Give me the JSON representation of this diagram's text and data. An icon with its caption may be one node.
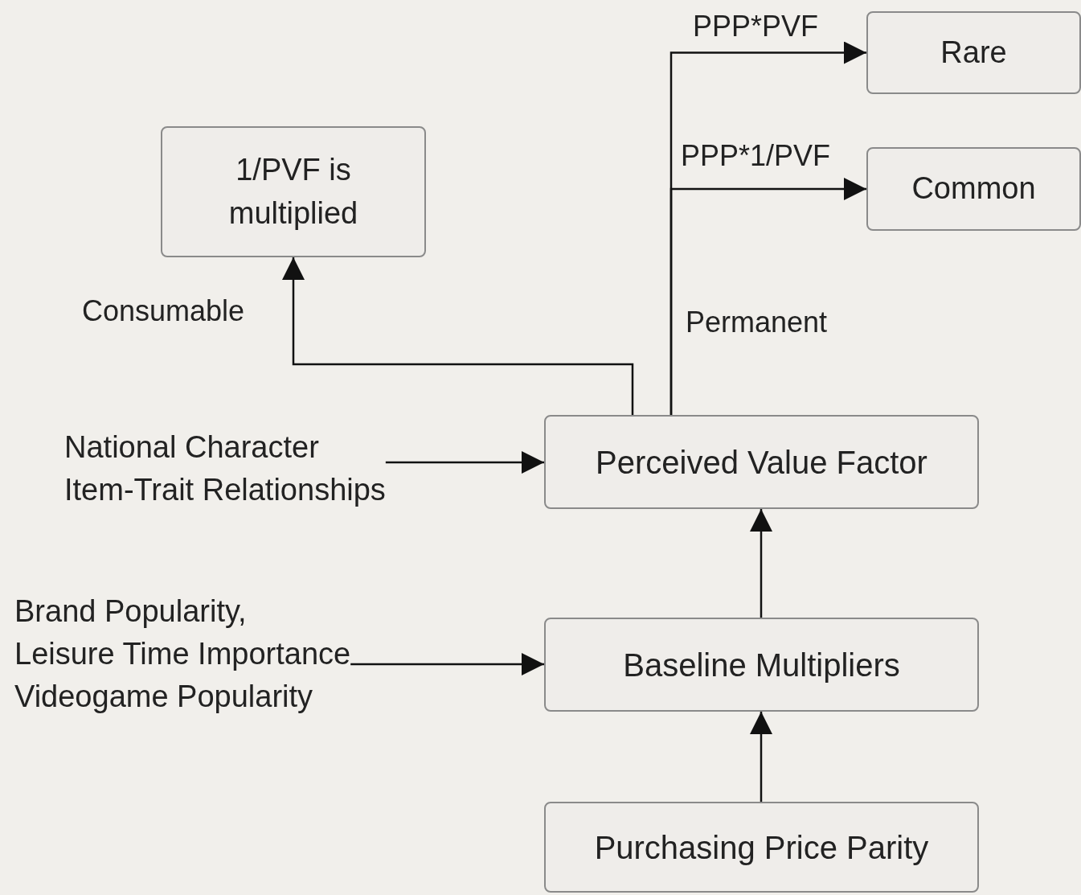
{
  "diagram": {
    "nodes": [
      {
        "text": [
          "Rare"
        ]
      },
      {
        "text": [
          "Common"
        ]
      },
      {
        "text": [
          "1/PVF is multiplied"
        ]
      },
      {
        "text": [
          "Perceived Value Factor"
        ]
      },
      {
        "text": [
          "National Character",
          "Item-Trait Relationships"
        ]
      },
      {
        "text": [
          "Brand Popularity,",
          "Leisure Time Importance",
          "Videogame Popularity"
        ]
      },
      {
        "text": [
          "Baseline Multipliers"
        ]
      },
      {
        "text": [
          "Purchasing Price Parity"
        ]
      }
    ],
    "edges": [
      {
        "from": 3,
        "to": 0,
        "arrow": "to",
        "label": "PPP*PVF"
      },
      {
        "from": 3,
        "to": 1,
        "arrow": "to",
        "label": "PPP*1/PVF"
      },
      {
        "from": 3,
        "to": 2,
        "arrow": "to",
        "label": "Consumable"
      },
      {
        "from": 4,
        "to": 3,
        "arrow": "to"
      },
      {
        "from": 5,
        "to": 6,
        "arrow": "to"
      },
      {
        "from": 6,
        "to": 3,
        "arrow": "to"
      },
      {
        "from": 7,
        "to": 6,
        "arrow": "to"
      }
    ],
    "labels": [
      "Permanent"
    ]
  }
}
